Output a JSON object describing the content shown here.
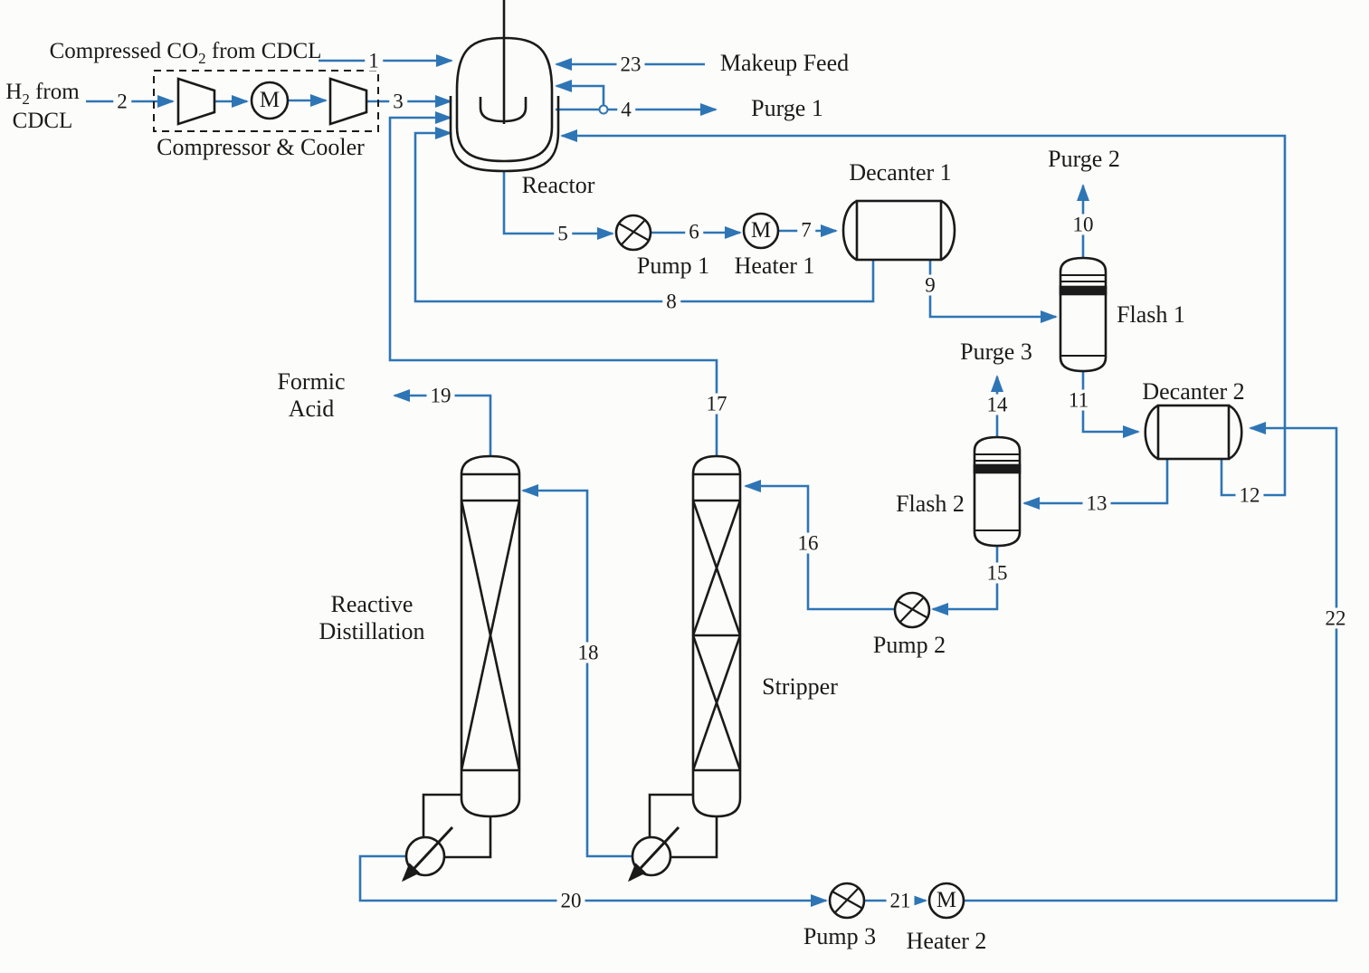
{
  "colors": {
    "line_blue": "#2e75b5",
    "equipment_black": "#1a1a1a",
    "background": "#fcfcfa"
  },
  "labels": {
    "co2_pre": "Compressed CO",
    "co2_sub": "2",
    "co2_post": " from CDCL",
    "h2_pre": "H",
    "h2_sub": "2",
    "h2_post": " from",
    "h2_line2": "CDCL",
    "makeup_feed": "Makeup Feed",
    "purge1": "Purge 1",
    "purge2": "Purge 2",
    "purge3": "Purge 3",
    "formic_line1": "Formic",
    "formic_line2": "Acid"
  },
  "equipment": {
    "compressor_cooler": "Compressor & Cooler",
    "reactor": "Reactor",
    "pump1": "Pump 1",
    "heater1": "Heater 1",
    "decanter1": "Decanter 1",
    "flash1": "Flash 1",
    "decanter2": "Decanter 2",
    "flash2": "Flash 2",
    "pump2": "Pump 2",
    "reactive_distillation_line1": "Reactive",
    "reactive_distillation_line2": "Distillation",
    "stripper": "Stripper",
    "pump3": "Pump 3",
    "heater2": "Heater 2"
  },
  "symbols": {
    "m": "M"
  },
  "streams": {
    "s1": "1",
    "s2": "2",
    "s3": "3",
    "s4": "4",
    "s5": "5",
    "s6": "6",
    "s7": "7",
    "s8": "8",
    "s9": "9",
    "s10": "10",
    "s11": "11",
    "s12": "12",
    "s13": "13",
    "s14": "14",
    "s15": "15",
    "s16": "16",
    "s17": "17",
    "s18": "18",
    "s19": "19",
    "s20": "20",
    "s21": "21",
    "s22": "22",
    "s23": "23"
  }
}
